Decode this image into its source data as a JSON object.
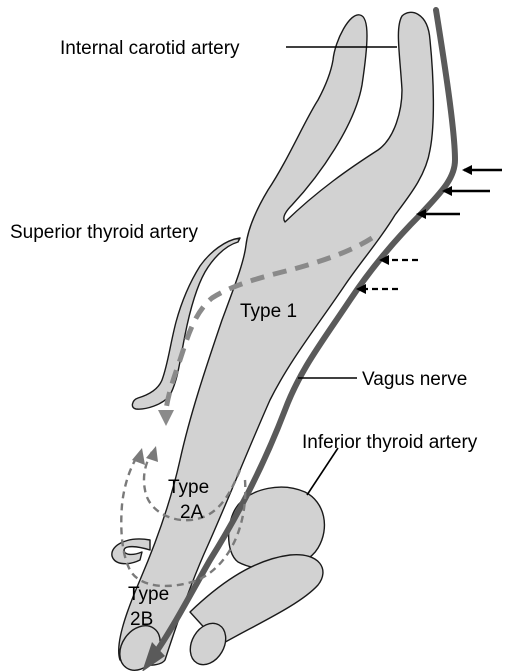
{
  "labels": {
    "internal_carotid": "Internal carotid artery",
    "superior_thyroid": "Superior thyroid artery",
    "type1": "Type 1",
    "vagus": "Vagus nerve",
    "inferior_thyroid": "Inferior thyroid artery",
    "type2a_line1": "Type",
    "type2a_line2": "2A",
    "type2b_line1": "Type",
    "type2b_line2": "2B"
  },
  "colors": {
    "vessel_fill": "#d2d2d2",
    "vessel_outline": "#1a1a1a",
    "nerve": "#5a5a5a",
    "type1_path": "#8a8a8a",
    "type2_path": "#7a7a7a",
    "arrows": "#000000"
  }
}
